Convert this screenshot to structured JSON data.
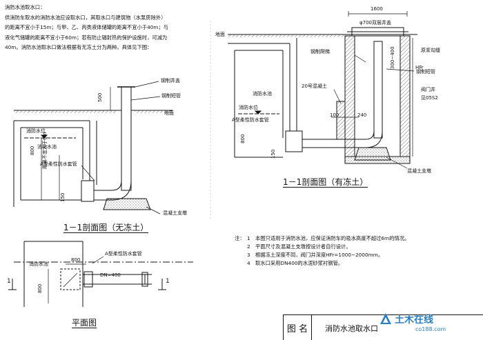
{
  "intro": {
    "heading": "消防水池取水口：",
    "lines": [
      "供消防车取水的消防水池应设取水口，其取水口与建筑物（水泵房除外）",
      "的距离不宜小于15m；与甲、乙、丙类液体储罐的距离不宜小于40m；与",
      "液化气储罐的距离不宜小于60m；若有防止辐射热的保护设施时，可减为",
      "40m。消防水池取水口做法根据有无冻土分为两种。具体见下图："
    ]
  },
  "section1": {
    "title": "1－1剖面图（无冻土）",
    "labels": {
      "pit_cover": "钢制井盖",
      "casing": "钢制短管",
      "ground": "地面",
      "water_level": "消防水位",
      "tank": "消防水池",
      "sleeve": "A型柔性防水套管",
      "dim_height": "距离不宜大于6m",
      "support": "混凝土支墩",
      "dim_500": "500",
      "dim_800": "800",
      "dim_150": "150"
    }
  },
  "section2": {
    "title": "1－1剖面图（有冻土）",
    "labels": {
      "top_dim": "1600",
      "pit_cover": "φ700双层井盖",
      "ground": "地面",
      "ladder": "钢制爬梯",
      "backfill": "原浆勾缝",
      "casing": "钢制短管",
      "dim_300_400": "300~400",
      "tank": "消防水池",
      "water_level": "消防水位",
      "concrete": "20号混凝土",
      "valve_well": "阀门井",
      "valve_ref": "见05S2",
      "sleeve": "A型柔性防水套管",
      "depth": "HFr",
      "dim_100": "100",
      "dim_240": "240",
      "dim_800": "800",
      "dim_150": "150",
      "support": "混凝土支墩"
    }
  },
  "plan": {
    "title": "平面图",
    "labels": {
      "tank": "消防水池",
      "sleeve": "A型柔性防水套管",
      "dim_800_h": "800",
      "dim_800_v": "800",
      "pipe": "DN=400",
      "cut_left": "1",
      "cut_right": "1"
    }
  },
  "notes": {
    "prefix": "注：",
    "items": [
      {
        "num": "1",
        "text": "本图只适用于消防水池，应保证消防车的吸水高度不超过6m的情况。"
      },
      {
        "num": "2",
        "text": "平面尺寸及混凝土支墩按设计者自行设计。"
      },
      {
        "num": "3",
        "text": "根据冻土深度不同，阀门井深度HFr=1000~2000mm。"
      },
      {
        "num": "4",
        "text": "取水口采用DN400的水泥砂浆衬钢管。"
      }
    ]
  },
  "titleblock": {
    "label": "图 名",
    "name": "消防水池取水口"
  },
  "watermark": {
    "main": "土木在线",
    "sub": "co188.com"
  },
  "colors": {
    "ink": "#111111",
    "hatch": "#555555",
    "logo": "#2b7fc3"
  }
}
